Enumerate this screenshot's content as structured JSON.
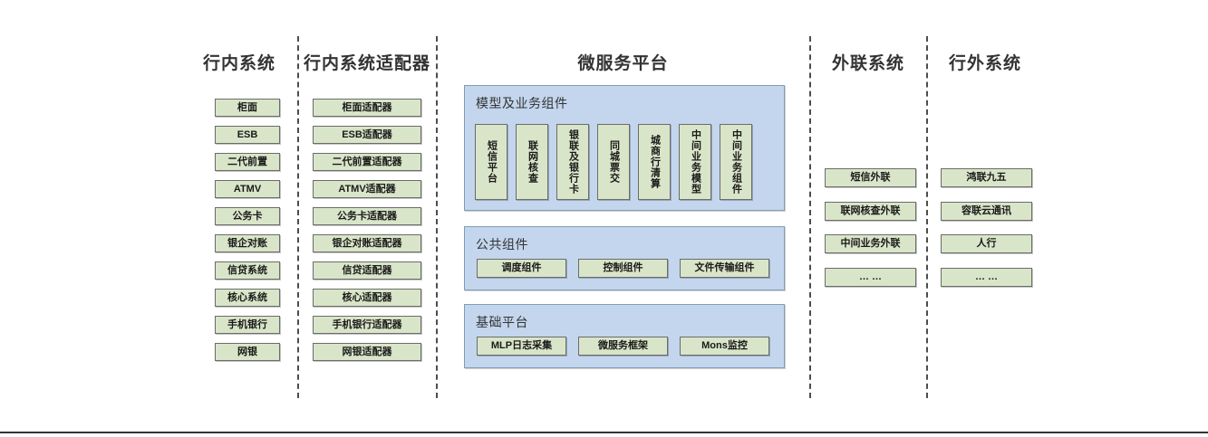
{
  "columns": {
    "internal_systems": {
      "title": "行内系统",
      "items": [
        {
          "label": "柜面"
        },
        {
          "label": "ESB"
        },
        {
          "label": "二代前置"
        },
        {
          "label": "ATMV"
        },
        {
          "label": "公务卡"
        },
        {
          "label": "银企对账"
        },
        {
          "label": "信贷系统"
        },
        {
          "label": "核心系统"
        },
        {
          "label": "手机银行"
        },
        {
          "label": "网银"
        }
      ]
    },
    "internal_adapters": {
      "title": "行内系统适配器",
      "items": [
        {
          "label": "柜面适配器"
        },
        {
          "label": "ESB适配器"
        },
        {
          "label": "二代前置适配器"
        },
        {
          "label": "ATMV适配器"
        },
        {
          "label": "公务卡适配器"
        },
        {
          "label": "银企对账适配器"
        },
        {
          "label": "信贷适配器"
        },
        {
          "label": "核心适配器"
        },
        {
          "label": "手机银行适配器"
        },
        {
          "label": "网银适配器"
        }
      ]
    },
    "microservice_platform": {
      "title": "微服务平台",
      "panels": [
        {
          "key": "model_business",
          "title": "模型及业务组件",
          "orientation": "vertical",
          "items": [
            {
              "label": "短信平台"
            },
            {
              "label": "联网核查"
            },
            {
              "label": "银联及银行卡"
            },
            {
              "label": "同城票交"
            },
            {
              "label": "城商行清算"
            },
            {
              "label": "中间业务模型"
            },
            {
              "label": "中间业务组件"
            }
          ]
        },
        {
          "key": "public_components",
          "title": "公共组件",
          "orientation": "horizontal",
          "items": [
            {
              "label": "调度组件"
            },
            {
              "label": "控制组件"
            },
            {
              "label": "文件传输组件"
            }
          ]
        },
        {
          "key": "base_platform",
          "title": "基础平台",
          "orientation": "horizontal",
          "items": [
            {
              "label": "MLP日志采集"
            },
            {
              "label": "微服务框架"
            },
            {
              "label": "Mons监控"
            }
          ]
        }
      ]
    },
    "external_link_systems": {
      "title": "外联系统",
      "items": [
        {
          "label": "短信外联"
        },
        {
          "label": "联网核查外联"
        },
        {
          "label": "中间业务外联"
        },
        {
          "label": "… …"
        }
      ]
    },
    "offbank_systems": {
      "title": "行外系统",
      "items": [
        {
          "label": "鸿联九五"
        },
        {
          "label": "容联云通讯"
        },
        {
          "label": "人行"
        },
        {
          "label": "… …"
        }
      ]
    }
  },
  "colors": {
    "node_fill": "#d9e5c8",
    "node_border": "#6b6b6b",
    "panel_fill": "#c3d6ed",
    "panel_border": "#7f9db9",
    "divider": "#4d4d4d",
    "text": "#333333",
    "background": "#ffffff"
  }
}
